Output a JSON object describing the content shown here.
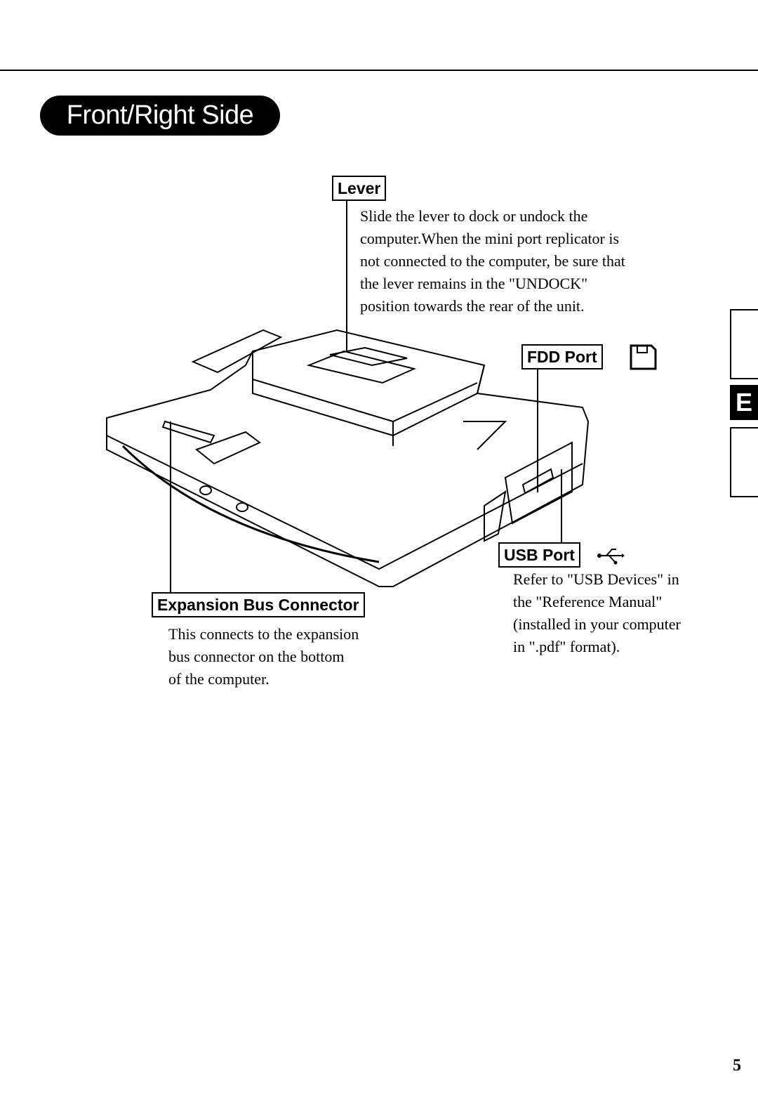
{
  "section_title": "Front/Right Side",
  "callouts": {
    "lever": {
      "label": "Lever",
      "description": [
        "Slide the lever to dock or undock the",
        "computer.When the mini port replicator is",
        "not connected to the computer, be sure that",
        "the lever remains in the \"UNDOCK\"",
        "position towards the rear of the unit."
      ]
    },
    "fdd_port": {
      "label": "FDD Port",
      "icon": "floppy-disk-icon"
    },
    "usb_port": {
      "label": "USB Port",
      "icon": "usb-icon",
      "description": [
        "Refer to \"USB Devices\" in",
        "the \"Reference Manual\"",
        "(installed in your computer",
        "in \".pdf\" format)."
      ]
    },
    "expansion_bus": {
      "label": "Expansion Bus Connector",
      "description": [
        "This connects to the expansion",
        "bus connector on the bottom",
        "of the computer."
      ]
    }
  },
  "side_tab": {
    "active": "E"
  },
  "page_number": "5"
}
